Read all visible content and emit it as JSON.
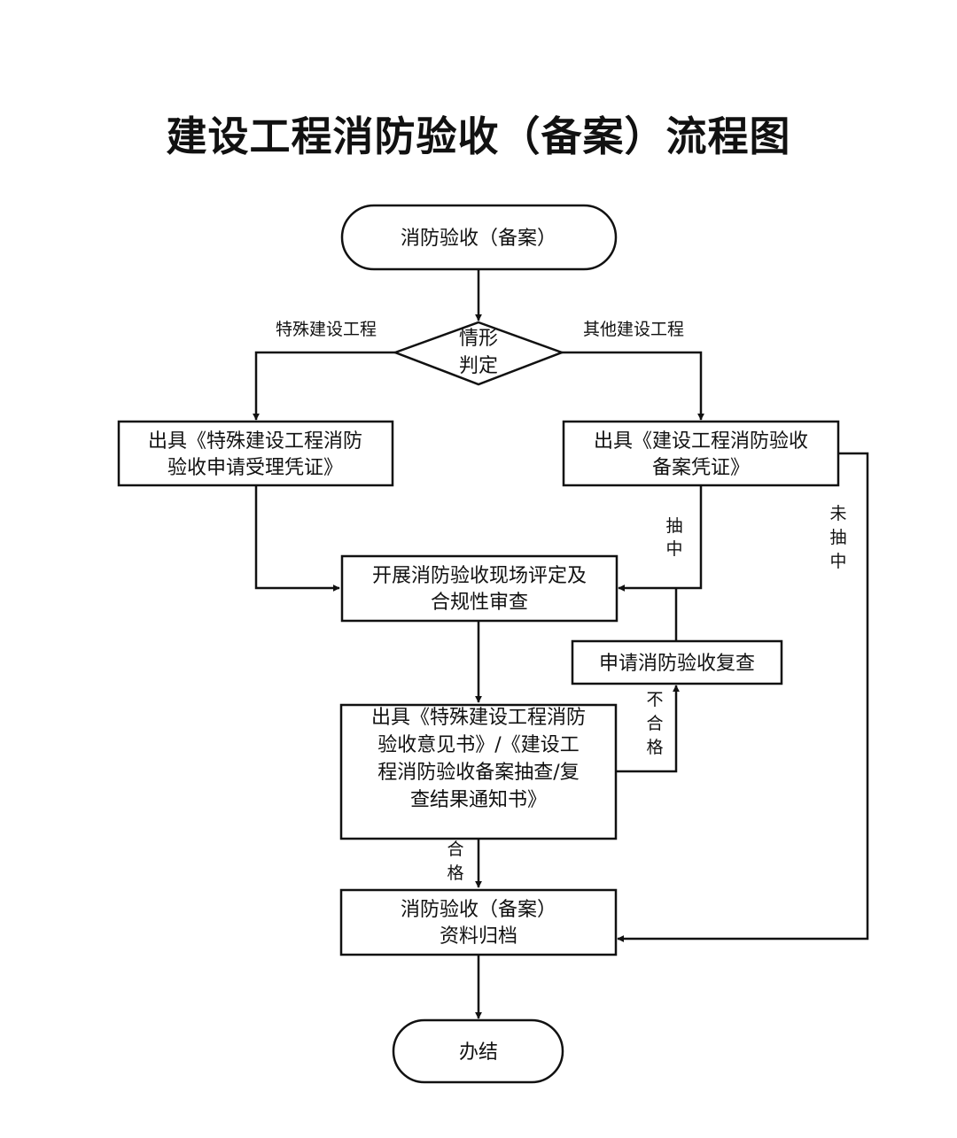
{
  "title": "建设工程消防验收（备案）流程图",
  "nodes": {
    "start": "消防验收（备案）",
    "decision": [
      "情形",
      "判定"
    ],
    "special_cert": [
      "出具《特殊建设工程消防",
      "验收申请受理凭证》"
    ],
    "filing_cert": [
      "出具《建设工程消防验收",
      "备案凭证》"
    ],
    "onsite_review": [
      "开展消防验收现场评定及",
      "合规性审查"
    ],
    "recheck": "申请消防验收复查",
    "opinion": [
      "出具《特殊建设工程消防",
      "验收意见书》/《建设工",
      "程消防验收备案抽查/复",
      "查结果通知书》"
    ],
    "archive": [
      "消防验收（备案）",
      "资料归档"
    ],
    "end": "办结"
  },
  "edges": {
    "special": "特殊建设工程",
    "other": "其他建设工程",
    "selected": [
      "抽",
      "中"
    ],
    "not_selected": [
      "未",
      "抽",
      "中"
    ],
    "failed": [
      "不",
      "合",
      "格"
    ],
    "passed": [
      "合",
      "格"
    ]
  }
}
